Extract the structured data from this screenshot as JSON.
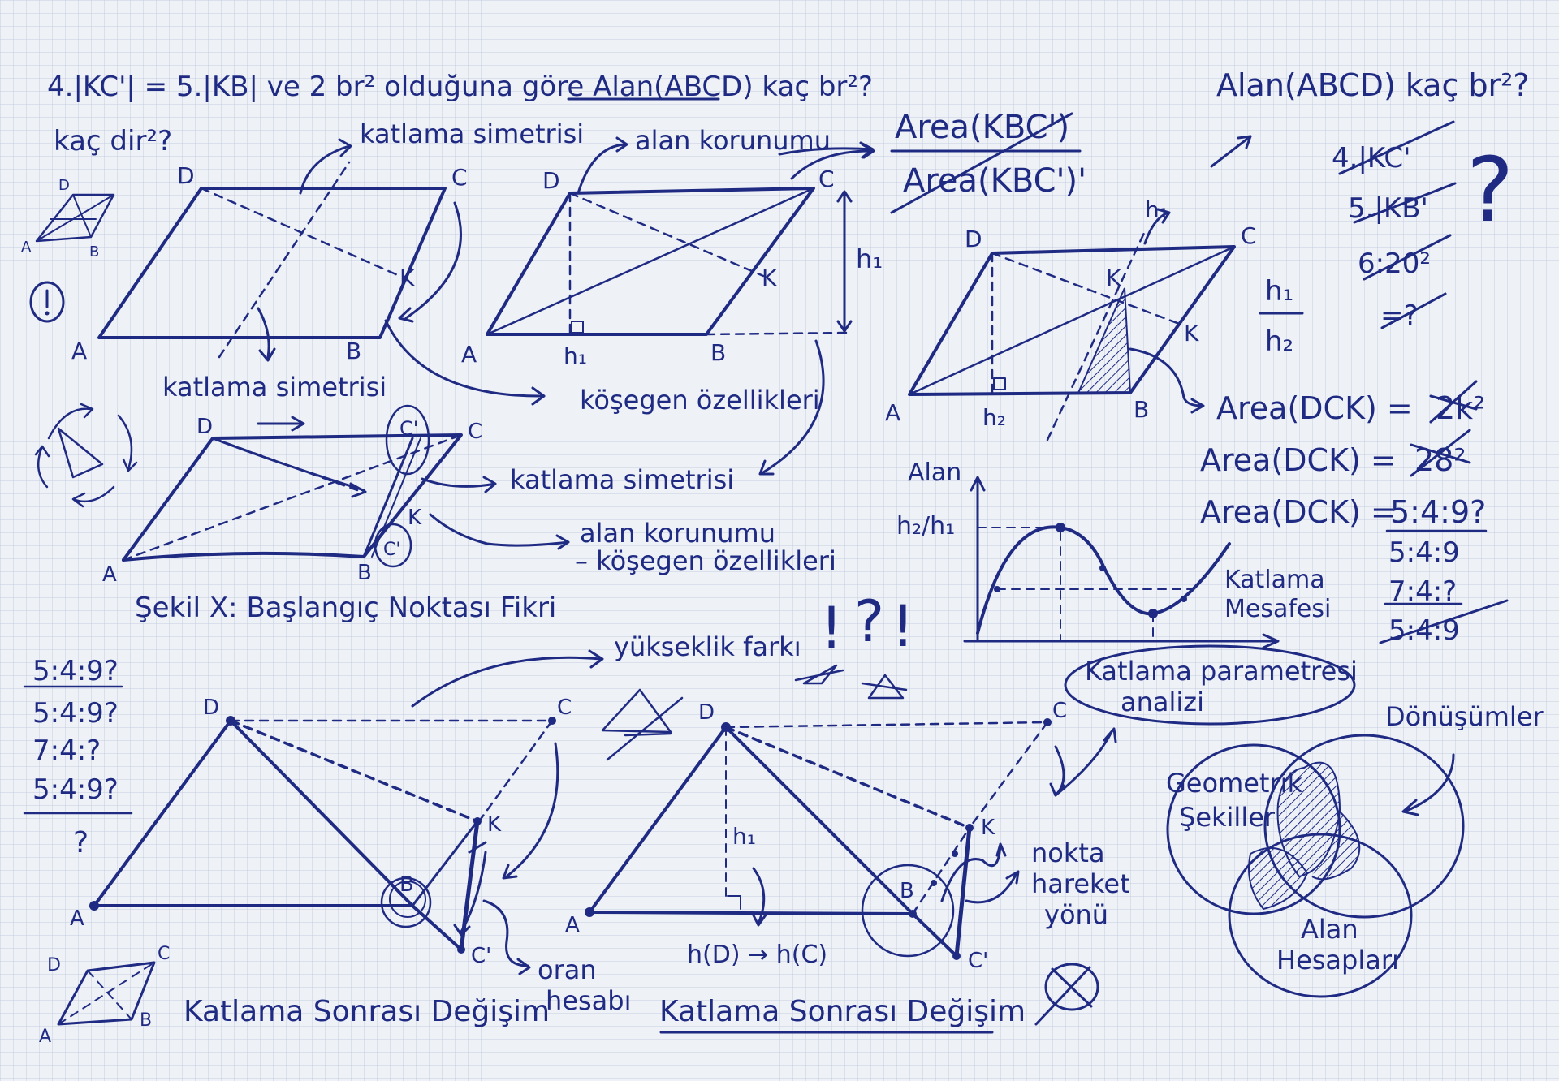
{
  "colors": {
    "ink": "#1f2a83",
    "paper": "#eef1f6",
    "grid": "#c4cde0"
  },
  "icons": [
    "exclamation-icon",
    "question-icon",
    "cycle-arrows-icon",
    "crossed-circle-icon",
    "mini-triangle-icon"
  ],
  "header": {
    "problem": "4.|KC'| = 5.|KB| ve 2 br² olduğuna göre Alan(ABCD) kaç br²?",
    "subline": "kaç dir²?",
    "question_right": "Alan(ABCD) kaç br²?",
    "area_top": "Area(KBC')",
    "area_bottom": "Area(KBC')'"
  },
  "labels": {
    "katlama_simetrisi": "katlama simetrisi",
    "alan_korunumu": "alan korunumu",
    "kosegen_ozellikleri": "köşegen özellikleri",
    "alan_korunumu_2": "alan korunumu",
    "kosegen_ozellikleri_2": "– köşegen özellikleri",
    "sekil_x": "Şekil X: Başlangıç Noktası Fikri",
    "yukseklik_farki": "yükseklik farkı",
    "katlama_sonrasi": "Katlama Sonrası Değişim",
    "oran_hesabi_1": "oran",
    "oran_hesabi_2": "hesabı",
    "nokta_1": "nokta",
    "nokta_2": "hareket",
    "nokta_3": "yönü",
    "hd_hc": "h(D) → h(C)",
    "h_ratio_num": "h₁",
    "h_ratio_den": "h₂"
  },
  "points": {
    "A": "A",
    "B": "B",
    "C": "C",
    "D": "D",
    "K": "K",
    "Cp": "C'",
    "h1": "h₁",
    "h2": "h₂"
  },
  "graph": {
    "y_label": "Alan",
    "y_tick": "h₂/h₁",
    "x_label_1": "Katlama",
    "x_label_2": "Mesafesi",
    "caption_1": "Katlama parametresi",
    "caption_2": "analizi"
  },
  "area_notes": {
    "line1_prefix": "Area(DCK) =",
    "line1_crossed": "2k²",
    "line2_prefix": "Area(DCK) =",
    "line2_crossed": "28²",
    "line3_prefix": "Area(DCK) =",
    "line3_value": "5:4:9?",
    "r1": "5:4:9",
    "r2": "7:4:?",
    "r3": "5:4:9"
  },
  "crossed_notes": [
    "4.|KC'",
    "5.|KB'",
    "6:20²",
    "=?"
  ],
  "ratios_left": [
    "5:4:9?",
    "5:4:9?",
    "7:4:?",
    "5:4:9?",
    "?"
  ],
  "venn": {
    "a": "Dönüşümler",
    "b1": "Geometrik",
    "b2": "Şekiller",
    "c1": "Alan",
    "c2": "Hesapları"
  }
}
